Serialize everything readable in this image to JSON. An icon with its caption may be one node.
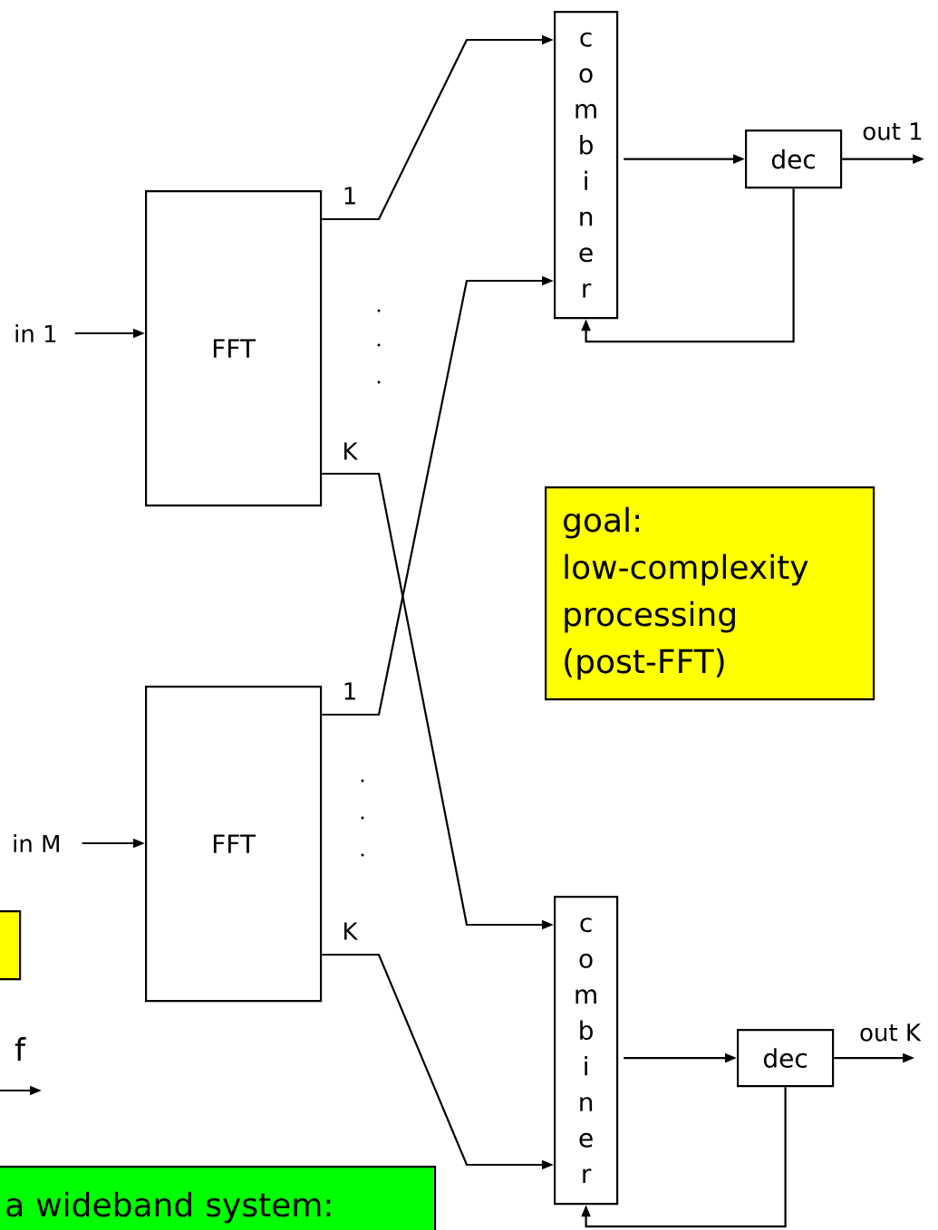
{
  "diagram": {
    "nodes": [
      {
        "text": [
          "in 1"
        ]
      },
      {
        "text": [
          "FFT"
        ]
      },
      {
        "text": [
          "combiner"
        ]
      },
      {
        "text": [
          "dec"
        ]
      },
      {
        "text": [
          "goal: low-complexity processing (post-FFT)"
        ]
      },
      {
        "text": [
          "in M"
        ]
      },
      {
        "text": [
          "FFT"
        ]
      },
      {
        "text": [],
        "shape": "box"
      },
      {
        "text": [
          "combiner"
        ]
      },
      {
        "text": [
          "dec"
        ]
      },
      {
        "text": [
          "a wideband system:"
        ]
      }
    ],
    "edges": [
      {
        "from": 0,
        "to": 1,
        "arrow": "to"
      },
      {
        "from": 1,
        "to": 2,
        "arrow": "to",
        "label": "1"
      },
      {
        "from": 1,
        "to": 8,
        "arrow": "to",
        "label": "K"
      },
      {
        "from": 6,
        "to": 2,
        "arrow": "to",
        "label": "1"
      },
      {
        "from": 6,
        "to": 8,
        "arrow": "to",
        "label": "K"
      },
      {
        "from": 5,
        "to": 6,
        "arrow": "to"
      },
      {
        "from": 2,
        "to": 3,
        "arrow": "to"
      },
      {
        "from": 3,
        "to": null,
        "arrow": "to",
        "label": "out 1"
      },
      {
        "from": 3,
        "to": 2,
        "arrow": "to"
      },
      {
        "from": 8,
        "to": 9,
        "arrow": "to"
      },
      {
        "from": 9,
        "to": null,
        "arrow": "to",
        "label": "out K"
      },
      {
        "from": 9,
        "to": 8,
        "arrow": "to"
      }
    ],
    "labels": [
      "f"
    ]
  }
}
